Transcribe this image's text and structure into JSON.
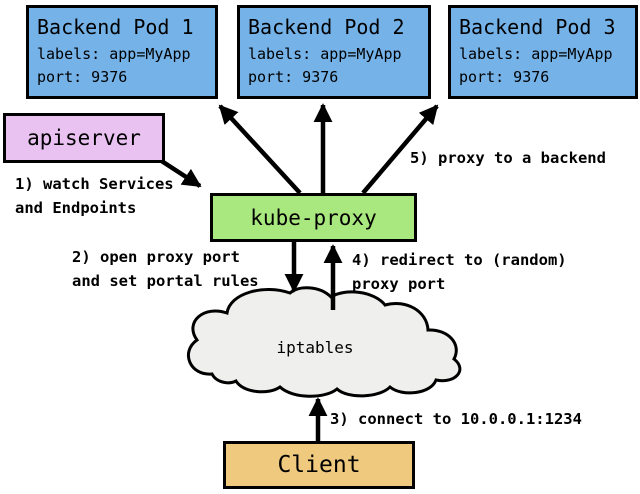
{
  "diagram": {
    "pods": [
      {
        "title": "Backend Pod 1",
        "labels_line": "labels: app=MyApp",
        "port_line": "port: 9376"
      },
      {
        "title": "Backend Pod 2",
        "labels_line": "labels: app=MyApp",
        "port_line": "port: 9376"
      },
      {
        "title": "Backend Pod 3",
        "labels_line": "labels: app=MyApp",
        "port_line": "port: 9376"
      }
    ],
    "apiserver_label": "apiserver",
    "kube_proxy_label": "kube-proxy",
    "iptables_label": "iptables",
    "client_label": "Client",
    "steps": {
      "step1_line1": "1) watch Services",
      "step1_line2": "and Endpoints",
      "step2_line1": "2) open proxy port",
      "step2_line2": "and set portal rules",
      "step3": "3) connect to 10.0.0.1:1234",
      "step4_line1": "4) redirect to (random)",
      "step4_line2": "proxy port",
      "step5": "5) proxy to a backend"
    },
    "colors": {
      "pod_fill": "#74B2E8",
      "apiserver_fill": "#EAC2F2",
      "kube_proxy_fill": "#A9E77F",
      "client_fill": "#EEC97E",
      "cloud_fill": "#EFEFED",
      "outline": "#000000"
    }
  }
}
